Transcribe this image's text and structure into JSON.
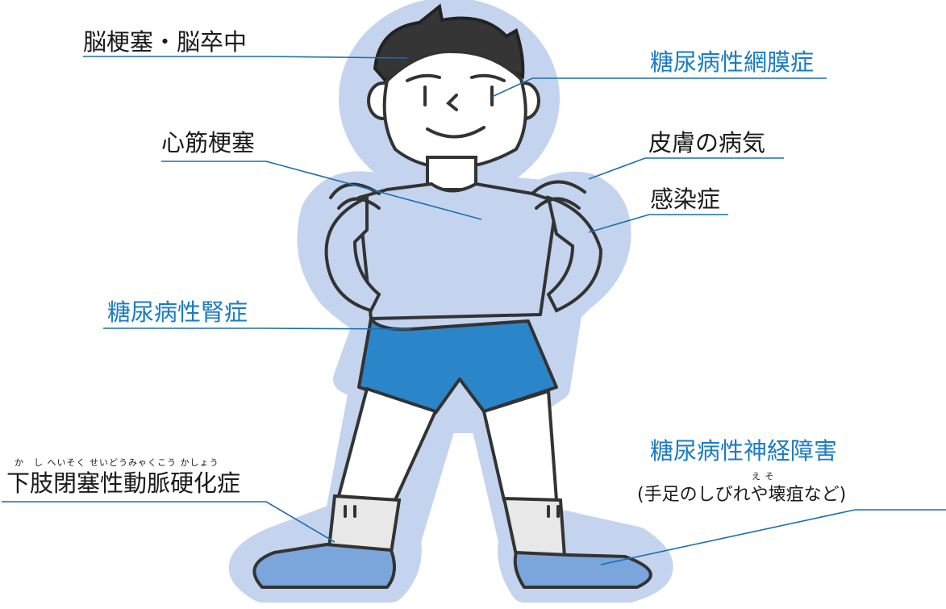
{
  "labels": {
    "stroke": "脳梗塞・脳卒中",
    "retinopathy": "糖尿病性網膜症",
    "myocardial": "心筋梗塞",
    "skin": "皮膚の病気",
    "infection": "感染症",
    "nephropathy": "糖尿病性腎症",
    "pad": "下肢閉塞性動脈硬化症",
    "pad_ruby": "か　し へいそく せいどうみゃくこう かしょう",
    "neuropathy": "糖尿病性神経障害",
    "neuropathy_sub": "(手足のしびれや壊疽など)",
    "neuropathy_ruby": "え そ"
  },
  "colors": {
    "accent_text": "#1a7cc4",
    "leader_line": "#1a6fae",
    "halo": "#c5d4ee",
    "shirt": "#c4d4ef",
    "shorts": "#2b85c9",
    "shoes": "#7aa6dc",
    "socks": "#e8e8e8"
  }
}
